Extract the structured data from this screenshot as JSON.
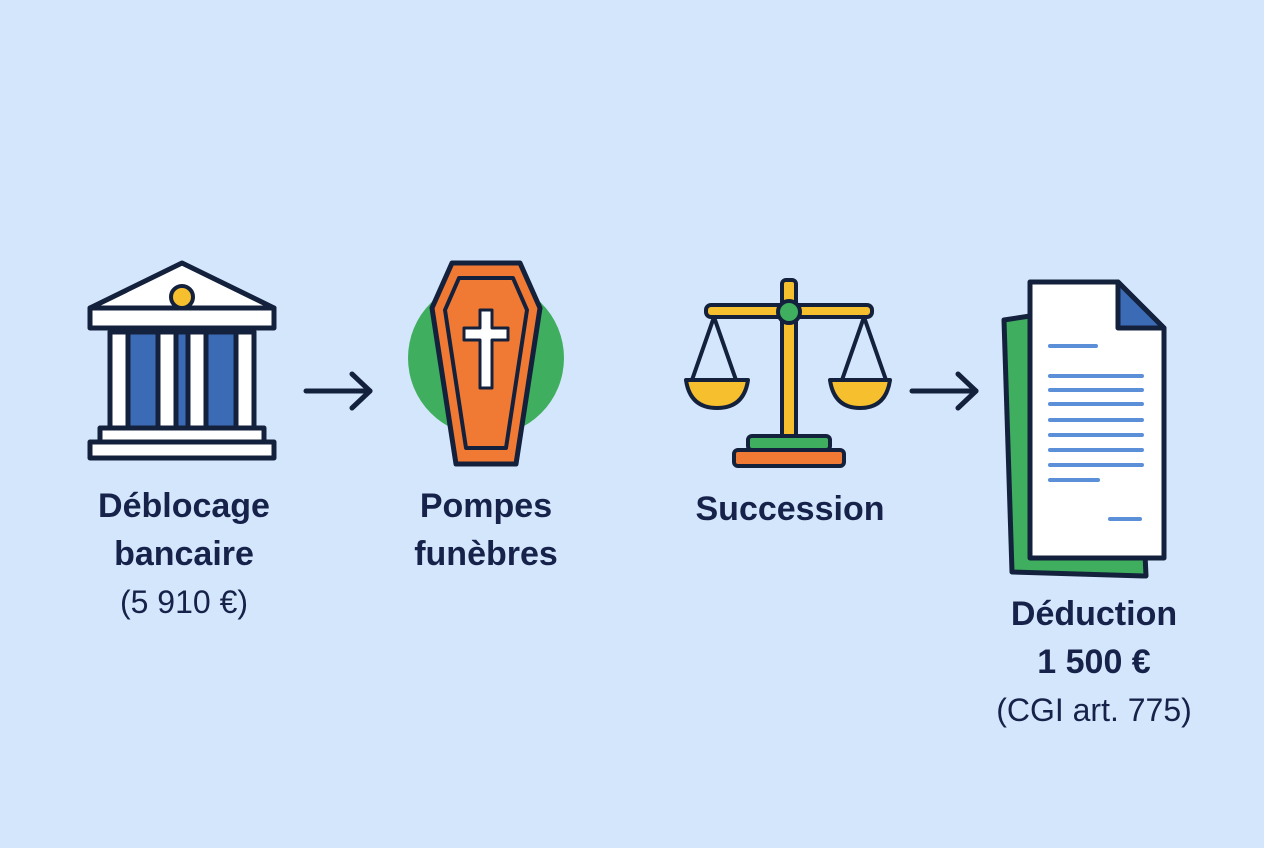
{
  "steps": [
    {
      "icon": "bank-icon",
      "title_lines": [
        "Déblocage",
        "bancaire"
      ],
      "note": "(5 910 €)"
    },
    {
      "icon": "coffin-icon",
      "title_lines": [
        "Pompes",
        "funèbres"
      ]
    },
    {
      "icon": "scales-of-justice-icon",
      "title_lines": [
        "Succession"
      ]
    },
    {
      "icon": "document-icon",
      "title_lines": [
        "Déduction",
        "1 500 €"
      ],
      "note": "(CGI art. 775)"
    }
  ],
  "connectors": [
    "arrow-right-icon",
    "arrow-right-icon"
  ],
  "colors": {
    "background": "#d4e6fb",
    "outline": "#14213d",
    "blue": "#3b6bb5",
    "orange": "#f07a34",
    "green": "#3fae5f",
    "yellow": "#f6bf2e"
  }
}
